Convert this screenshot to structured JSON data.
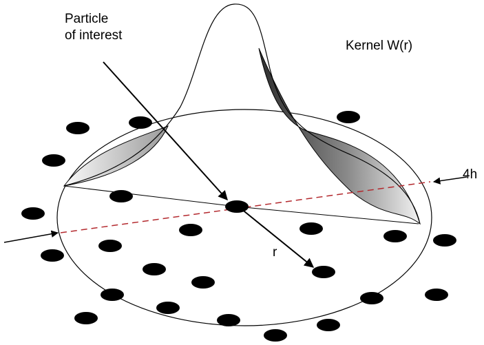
{
  "labels": {
    "particle_line1": "Particle",
    "particle_line2": "of interest",
    "kernel": "Kernel W(r)",
    "width": "4h",
    "radius": "r"
  },
  "colors": {
    "ink": "#000000",
    "dashed_line": "#b3282d",
    "shade_dark": "#3a3a3a",
    "shade_light": "#f4f4f4"
  }
}
